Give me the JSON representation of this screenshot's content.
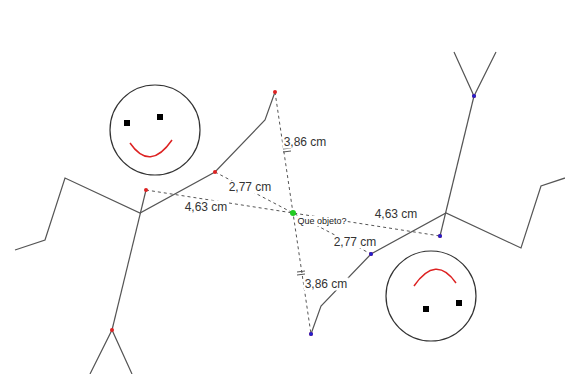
{
  "diagram": {
    "labels": [
      "3,86 cm",
      "2,77 cm",
      "4,63 cm",
      "Que objeto?",
      "4,63 cm",
      "2,77 cm",
      "3,86 cm"
    ]
  }
}
